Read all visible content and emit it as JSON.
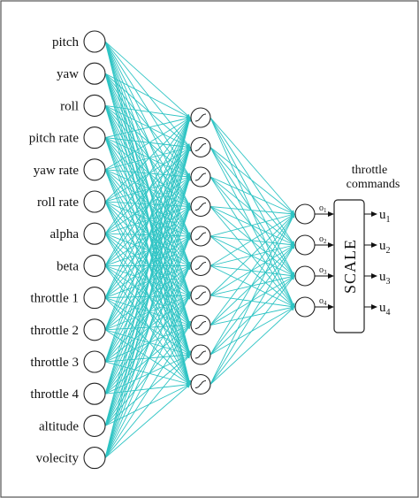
{
  "inputs": [
    "pitch",
    "yaw",
    "roll",
    "pitch rate",
    "yaw rate",
    "roll rate",
    "alpha",
    "beta",
    "throttle 1",
    "throttle 2",
    "throttle 3",
    "throttle 4",
    "altitude",
    "volecity"
  ],
  "hidden_layer": {
    "count": 10
  },
  "outputs": [
    {
      "o_base": "o",
      "o_sub": "1",
      "u_base": "u",
      "u_sub": "1"
    },
    {
      "o_base": "o",
      "o_sub": "2",
      "u_base": "u",
      "u_sub": "2"
    },
    {
      "o_base": "o",
      "o_sub": "3",
      "u_base": "u",
      "u_sub": "3"
    },
    {
      "o_base": "o",
      "o_sub": "4",
      "u_base": "u",
      "u_sub": "4"
    }
  ],
  "scale_box": {
    "label": "SCALE"
  },
  "commands_title": {
    "line1": "throttle",
    "line2": "commands"
  },
  "colors": {
    "connection": "#2ec4c4",
    "node_stroke": "#222222",
    "arrow": "#111111"
  },
  "icons": {
    "hidden_node": "sigmoid-curve-icon"
  }
}
